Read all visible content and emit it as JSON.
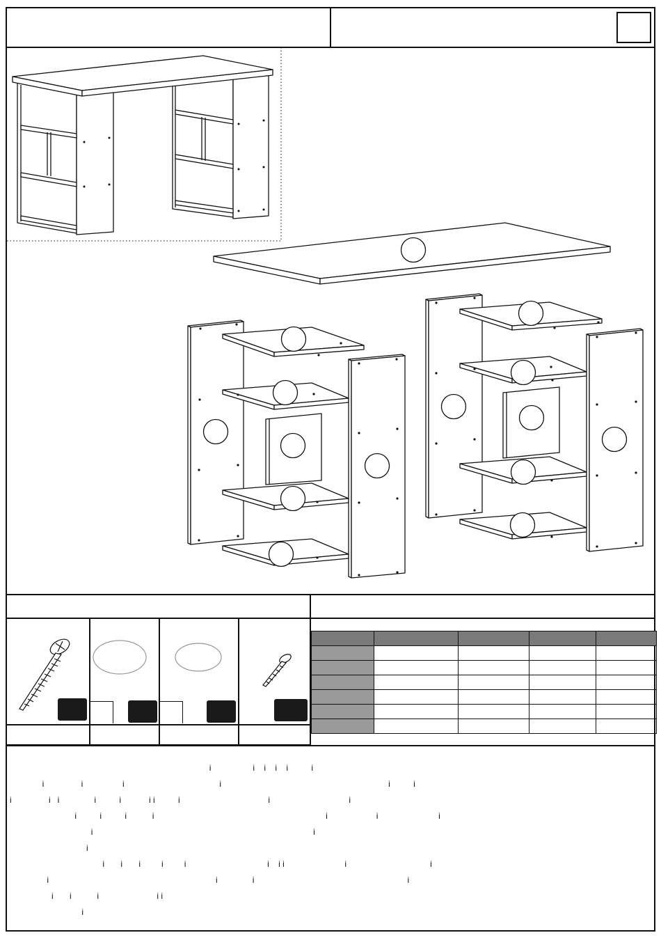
{
  "header": {
    "title": "",
    "subtitle": "",
    "page_number": ""
  },
  "illustration": {
    "assembled_view": "desk-assembled",
    "exploded_view": "desk-exploded",
    "part_labels": [
      "",
      "",
      "",
      "",
      "",
      "",
      "",
      "",
      "",
      "",
      "",
      "",
      "",
      "",
      ""
    ]
  },
  "hardware": {
    "section_title": "",
    "items": [
      {
        "icon": "long-screw-icon",
        "code": "",
        "qty": "",
        "name": ""
      },
      {
        "icon": "oval-dowel-icon",
        "code": "",
        "qty": "",
        "name": ""
      },
      {
        "icon": "oval-cap-icon",
        "code": "",
        "qty": "",
        "name": ""
      },
      {
        "icon": "short-screw-icon",
        "code": "",
        "qty": "",
        "name": ""
      }
    ]
  },
  "dimensions": {
    "section_title": "",
    "columns": [
      "",
      "",
      "",
      "",
      ""
    ],
    "rows": [
      [
        "",
        "",
        "",
        "",
        ""
      ],
      [
        "",
        "",
        "",
        "",
        ""
      ],
      [
        "",
        "",
        "",
        "",
        ""
      ],
      [
        "",
        "",
        "",
        "",
        ""
      ],
      [
        "",
        "",
        "",
        "",
        ""
      ],
      [
        "",
        "",
        "",
        "",
        ""
      ]
    ]
  },
  "notes": {
    "lines": [
      "                                                                                      i                  i    i    i    i          i",
      "              i                i                 i                                         i                                                                        i          i",
      "i                i   i               i          i            i i          i                                      i                                  i",
      "                            i          i          i           i                                                                          i                     i                          i",
      "                                   i                                                                                               i",
      "                                 i",
      "                                        i       i       i         i         i                                   i    i i                          i                                    i",
      "                i                                                                        i               i                                                                  i",
      "                  i       i           i                         i i",
      "                               i"
    ]
  },
  "colors": {
    "line": "#111111",
    "table_header": "#7a7a7a",
    "table_label": "#9a9a9a",
    "badge": "#1a1a1a"
  }
}
